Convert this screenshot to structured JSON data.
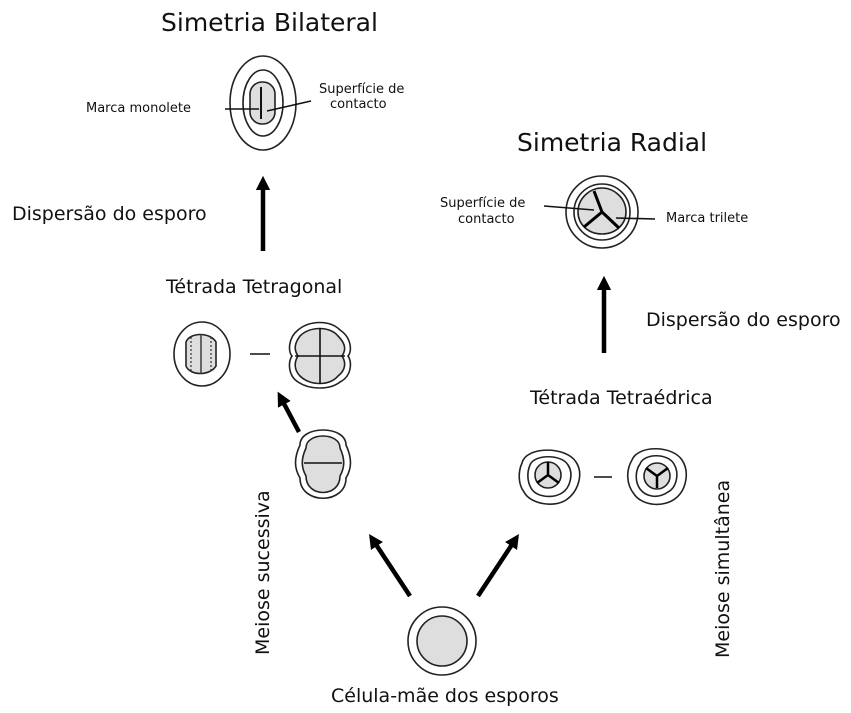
{
  "titles": {
    "bilateral": "Simetria Bilateral",
    "radial": "Simetria Radial"
  },
  "labels": {
    "marca_monolete": "Marca monolete",
    "superficie_contacto_1_line1": "Superfície de",
    "superficie_contacto_1_line2": "contacto",
    "superficie_contacto_2_line1": "Superfície de",
    "superficie_contacto_2_line2": "contacto",
    "marca_trilete": "Marca trilete",
    "dispersao_left": "Dispersão do esporo",
    "dispersao_right": "Dispersão do esporo",
    "tetrada_tetragonal": "Tétrada Tetragonal",
    "tetrada_tetraedrica": "Tétrada Tetraédrica",
    "meiose_sucessiva": "Meiose sucessiva",
    "meiose_simultanea": "Meiose simultânea",
    "celula_mae": "Célula-mãe dos esporos"
  }
}
